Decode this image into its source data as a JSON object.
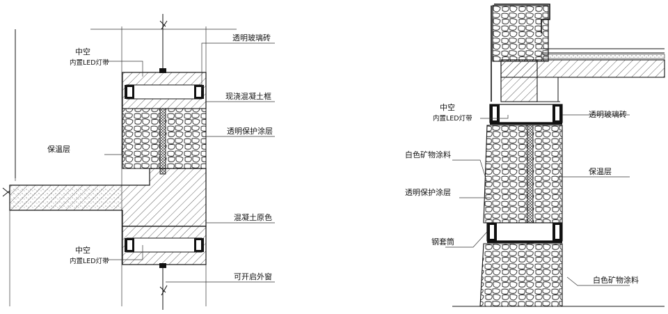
{
  "left_detail": {
    "labels": {
      "hollow_top": "中空",
      "led_top": "内置LED灯带",
      "glass_brick": "透明玻璃砖",
      "cast_frame": "现浇混凝土框",
      "clear_coating": "透明保护涂层",
      "insulation": "保温层",
      "concrete_raw": "混凝土原色",
      "hollow_bottom": "中空",
      "led_bottom": "内置LED灯带",
      "window": "可开启外窗"
    }
  },
  "right_detail": {
    "labels": {
      "hollow": "中空",
      "led": "内置LED灯带",
      "glass_brick": "透明玻璃砖",
      "white_mineral_1": "白色矿物涂料",
      "insulation": "保温层",
      "clear_coating": "透明保护涂层",
      "steel_sleeve": "钢套筒",
      "white_mineral_2": "白色矿物涂料"
    }
  }
}
